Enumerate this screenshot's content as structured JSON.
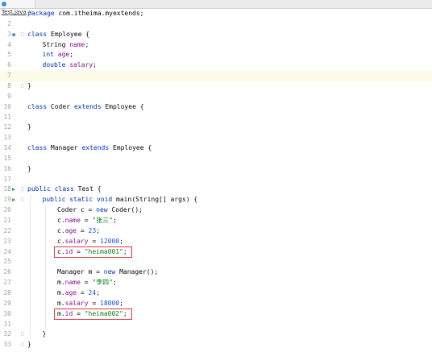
{
  "tab": {
    "filename": "Test.java",
    "close": "×"
  },
  "lines": [
    {
      "n": "1",
      "indent": 0,
      "tokens": [
        {
          "t": "package",
          "c": "kw"
        },
        {
          "t": " com.itheima.myextends;"
        }
      ]
    },
    {
      "n": "2",
      "indent": 0,
      "tokens": []
    },
    {
      "n": "3",
      "indent": 0,
      "gutter": "override",
      "fold": true,
      "tokens": [
        {
          "t": "class",
          "c": "kw"
        },
        {
          "t": " Employee {"
        }
      ]
    },
    {
      "n": "4",
      "indent": 1,
      "tokens": [
        {
          "t": "String "
        },
        {
          "t": "name",
          "c": "fld"
        },
        {
          "t": ";"
        }
      ]
    },
    {
      "n": "5",
      "indent": 1,
      "tokens": [
        {
          "t": "int",
          "c": "kw"
        },
        {
          "t": " "
        },
        {
          "t": "age",
          "c": "fld"
        },
        {
          "t": ";"
        }
      ]
    },
    {
      "n": "6",
      "indent": 1,
      "tokens": [
        {
          "t": "double",
          "c": "kw"
        },
        {
          "t": " "
        },
        {
          "t": "salary",
          "c": "fld"
        },
        {
          "t": ";"
        }
      ]
    },
    {
      "n": "7",
      "indent": 0,
      "current": true,
      "tokens": []
    },
    {
      "n": "8",
      "indent": 0,
      "fold": true,
      "tokens": [
        {
          "t": "}"
        }
      ]
    },
    {
      "n": "9",
      "indent": 0,
      "tokens": []
    },
    {
      "n": "10",
      "indent": 0,
      "tokens": [
        {
          "t": "class",
          "c": "kw"
        },
        {
          "t": " Coder "
        },
        {
          "t": "extends",
          "c": "kw"
        },
        {
          "t": " Employee {"
        }
      ]
    },
    {
      "n": "11",
      "indent": 0,
      "tokens": []
    },
    {
      "n": "12",
      "indent": 0,
      "tokens": [
        {
          "t": "}"
        }
      ]
    },
    {
      "n": "13",
      "indent": 0,
      "tokens": []
    },
    {
      "n": "14",
      "indent": 0,
      "tokens": [
        {
          "t": "class",
          "c": "kw"
        },
        {
          "t": " Manager "
        },
        {
          "t": "extends",
          "c": "kw"
        },
        {
          "t": " Employee {"
        }
      ]
    },
    {
      "n": "15",
      "indent": 0,
      "tokens": []
    },
    {
      "n": "16",
      "indent": 0,
      "tokens": [
        {
          "t": "}"
        }
      ]
    },
    {
      "n": "17",
      "indent": 0,
      "tokens": []
    },
    {
      "n": "18",
      "indent": 0,
      "gutter": "run",
      "fold": true,
      "tokens": [
        {
          "t": "public",
          "c": "kw"
        },
        {
          "t": " "
        },
        {
          "t": "class",
          "c": "kw"
        },
        {
          "t": " Test {"
        }
      ]
    },
    {
      "n": "19",
      "indent": 1,
      "gutter": "run",
      "fold": true,
      "tokens": [
        {
          "t": "public",
          "c": "kw"
        },
        {
          "t": " "
        },
        {
          "t": "static",
          "c": "kw"
        },
        {
          "t": " "
        },
        {
          "t": "void",
          "c": "kw"
        },
        {
          "t": " main(String[] args) {"
        }
      ]
    },
    {
      "n": "20",
      "indent": 2,
      "tokens": [
        {
          "t": "Coder c = "
        },
        {
          "t": "new",
          "c": "kw"
        },
        {
          "t": " Coder();"
        }
      ]
    },
    {
      "n": "21",
      "indent": 2,
      "tokens": [
        {
          "t": "c."
        },
        {
          "t": "name",
          "c": "fld"
        },
        {
          "t": " = "
        },
        {
          "t": "\"张三\"",
          "c": "str"
        },
        {
          "t": ";"
        }
      ]
    },
    {
      "n": "22",
      "indent": 2,
      "tokens": [
        {
          "t": "c."
        },
        {
          "t": "age",
          "c": "fld"
        },
        {
          "t": " = "
        },
        {
          "t": "23",
          "c": "num"
        },
        {
          "t": ";"
        }
      ]
    },
    {
      "n": "23",
      "indent": 2,
      "tokens": [
        {
          "t": "c."
        },
        {
          "t": "salary",
          "c": "fld"
        },
        {
          "t": " = "
        },
        {
          "t": "12000",
          "c": "num"
        },
        {
          "t": ";"
        }
      ]
    },
    {
      "n": "24",
      "indent": 2,
      "boxed": true,
      "tokens": [
        {
          "t": "c."
        },
        {
          "t": "id",
          "c": "fld"
        },
        {
          "t": " = "
        },
        {
          "t": "\"heima001\"",
          "c": "str"
        },
        {
          "t": ";"
        }
      ]
    },
    {
      "n": "25",
      "indent": 0,
      "tokens": []
    },
    {
      "n": "26",
      "indent": 2,
      "tokens": [
        {
          "t": "Manager m = "
        },
        {
          "t": "new",
          "c": "kw"
        },
        {
          "t": " Manager();"
        }
      ]
    },
    {
      "n": "27",
      "indent": 2,
      "tokens": [
        {
          "t": "m."
        },
        {
          "t": "name",
          "c": "fld"
        },
        {
          "t": " = "
        },
        {
          "t": "\"李四\"",
          "c": "str"
        },
        {
          "t": ";"
        }
      ]
    },
    {
      "n": "28",
      "indent": 2,
      "tokens": [
        {
          "t": "m."
        },
        {
          "t": "age",
          "c": "fld"
        },
        {
          "t": " = "
        },
        {
          "t": "24",
          "c": "num"
        },
        {
          "t": ";"
        }
      ]
    },
    {
      "n": "29",
      "indent": 2,
      "tokens": [
        {
          "t": "m."
        },
        {
          "t": "salary",
          "c": "fld"
        },
        {
          "t": " = "
        },
        {
          "t": "18000",
          "c": "num"
        },
        {
          "t": ";"
        }
      ]
    },
    {
      "n": "30",
      "indent": 2,
      "boxed": true,
      "tokens": [
        {
          "t": "m."
        },
        {
          "t": "id",
          "c": "fld"
        },
        {
          "t": " = "
        },
        {
          "t": "\"heima002\"",
          "c": "str"
        },
        {
          "t": ";"
        }
      ]
    },
    {
      "n": "31",
      "indent": 0,
      "tokens": []
    },
    {
      "n": "32",
      "indent": 1,
      "fold": true,
      "tokens": [
        {
          "t": "}"
        }
      ]
    },
    {
      "n": "33",
      "indent": 0,
      "fold": true,
      "tokens": [
        {
          "t": "}"
        }
      ]
    }
  ]
}
